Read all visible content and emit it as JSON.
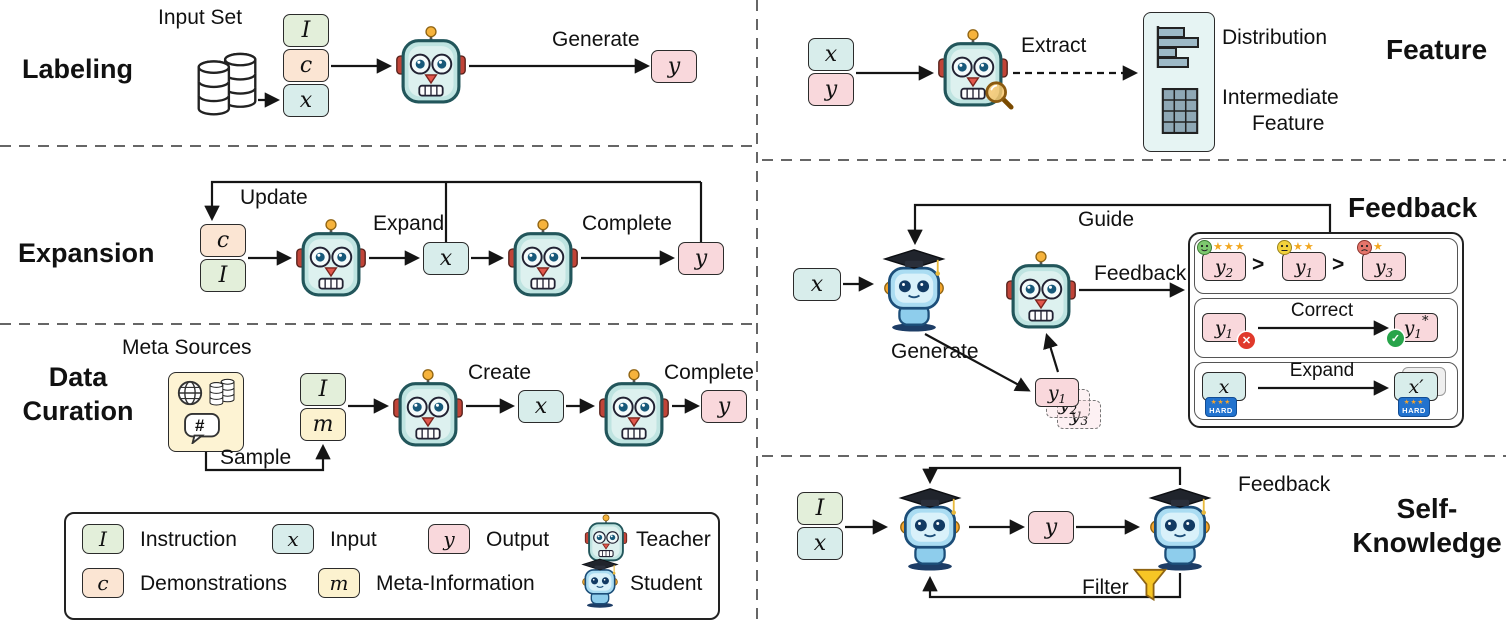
{
  "labeling": {
    "title": "Labeling",
    "input_set_label": "Input Set",
    "instruction": "I",
    "demonstrations": "c",
    "input": "x",
    "generate_label": "Generate",
    "output": "y"
  },
  "expansion": {
    "title": "Expansion",
    "update_label": "Update",
    "demonstrations": "c",
    "instruction": "I",
    "expand_label": "Expand",
    "input": "x",
    "complete_label": "Complete",
    "output": "y"
  },
  "data_curation": {
    "title_line1": "Data",
    "title_line2": "Curation",
    "meta_sources_label": "Meta Sources",
    "sample_label": "Sample",
    "hash_icon": "#",
    "instruction": "I",
    "meta_information": "m",
    "create_label": "Create",
    "input": "x",
    "complete_label": "Complete",
    "output": "y"
  },
  "feature": {
    "title": "Feature",
    "input": "x",
    "output": "y",
    "extract_label": "Extract",
    "distribution_label": "Distribution",
    "intermediate_label_line1": "Intermediate",
    "intermediate_label_line2": "Feature"
  },
  "feedback": {
    "title": "Feedback",
    "guide_label": "Guide",
    "input": "x",
    "generate_label": "Generate",
    "feedback_label": "Feedback",
    "outputs": {
      "y1": {
        "base": "y",
        "sub": "1"
      },
      "y2": {
        "base": "y",
        "sub": "2"
      },
      "y3": {
        "base": "y",
        "sub": "3"
      },
      "y1_star": {
        "base": "y",
        "sub": "1",
        "sup": "*"
      }
    },
    "rank_gt": ">",
    "stars_first": "★★★",
    "stars_second": "★★",
    "stars_third": "★",
    "cross_icon": "✕",
    "check_icon": "✓",
    "correct_label": "Correct",
    "expand_label": "Expand",
    "expand_from": "x",
    "expand_to": "x′",
    "hard_label": "HARD",
    "hard_stars": "★★★"
  },
  "self_knowledge": {
    "title_line1": "Self-",
    "title_line2": "Knowledge",
    "instruction": "I",
    "input": "x",
    "output": "y",
    "feedback_label": "Feedback",
    "filter_label": "Filter"
  },
  "legend": {
    "instruction_symbol": "I",
    "instruction_label": "Instruction",
    "input_symbol": "x",
    "input_label": "Input",
    "output_symbol": "y",
    "output_label": "Output",
    "teacher_label": "Teacher",
    "demonstrations_symbol": "c",
    "demonstrations_label": "Demonstrations",
    "meta_symbol": "m",
    "meta_label": "Meta-Information",
    "student_label": "Student"
  },
  "colors": {
    "instruction_green": "#e3efda",
    "demonstrations_peach": "#fbe5d3",
    "input_teal": "#d8edeb",
    "output_pink": "#f9d8dc",
    "meta_yellow": "#fcf2cf",
    "hard_blue": "#2172ce"
  }
}
